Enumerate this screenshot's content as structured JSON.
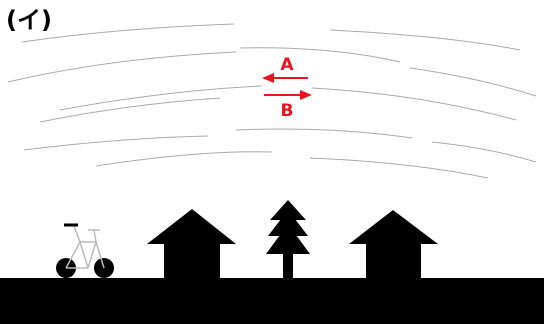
{
  "panel": {
    "label": "(イ)"
  },
  "arrows": {
    "a_label": "A",
    "b_label": "B"
  },
  "colors": {
    "arrow": "#e8141e",
    "wind_lines": "#aaaaaa",
    "silhouette": "#000000",
    "bicycle_frame": "#bbbbbb"
  },
  "icons": [
    "bicycle-icon",
    "house-icon",
    "tree-icon",
    "house-icon"
  ]
}
